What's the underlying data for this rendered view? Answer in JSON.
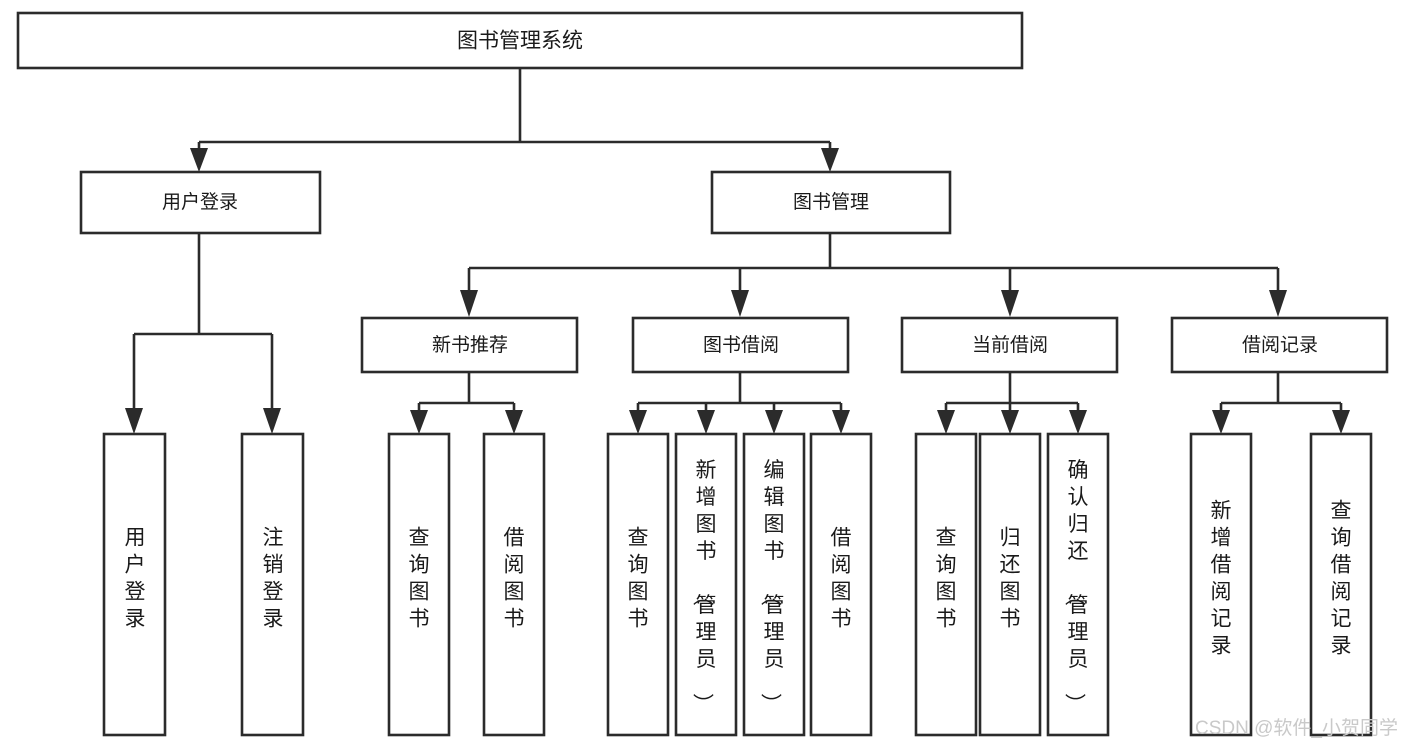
{
  "diagram": {
    "kind": "tree-hierarchy-chart",
    "title": "图书管理系统",
    "root": {
      "id": "root",
      "label": "图书管理系统"
    },
    "level1": [
      {
        "id": "user-login",
        "label": "用户登录"
      },
      {
        "id": "book-manage",
        "label": "图书管理"
      }
    ],
    "level2": [
      {
        "id": "new-book-recommend",
        "label": "新书推荐",
        "parent": "book-manage"
      },
      {
        "id": "book-borrow",
        "label": "图书借阅",
        "parent": "book-manage"
      },
      {
        "id": "current-borrow",
        "label": "当前借阅",
        "parent": "book-manage"
      },
      {
        "id": "borrow-record",
        "label": "借阅记录",
        "parent": "book-manage"
      }
    ],
    "leaves": [
      {
        "id": "leaf-user-login",
        "label": "用户登录",
        "parent": "user-login"
      },
      {
        "id": "leaf-logout-login",
        "label": "注销登录",
        "parent": "user-login"
      },
      {
        "id": "leaf-query-book-1",
        "label": "查询图书",
        "parent": "new-book-recommend"
      },
      {
        "id": "leaf-borrow-book-1",
        "label": "借阅图书",
        "parent": "new-book-recommend"
      },
      {
        "id": "leaf-query-book-2",
        "label": "查询图书",
        "parent": "book-borrow"
      },
      {
        "id": "leaf-add-book",
        "label": "新增图书（管理员）",
        "parent": "book-borrow"
      },
      {
        "id": "leaf-edit-book",
        "label": "编辑图书（管理员）",
        "parent": "book-borrow"
      },
      {
        "id": "leaf-borrow-book-2",
        "label": "借阅图书",
        "parent": "book-borrow"
      },
      {
        "id": "leaf-query-book-3",
        "label": "查询图书",
        "parent": "current-borrow"
      },
      {
        "id": "leaf-return-book",
        "label": "归还图书",
        "parent": "current-borrow"
      },
      {
        "id": "leaf-confirm-return",
        "label": "确认归还（管理员）",
        "parent": "current-borrow"
      },
      {
        "id": "leaf-add-record",
        "label": "新增借阅记录",
        "parent": "borrow-record"
      },
      {
        "id": "leaf-query-record",
        "label": "查询借阅记录",
        "parent": "borrow-record"
      }
    ],
    "colors": {
      "stroke": "#2b2b2b",
      "fill": "#ffffff",
      "text": "#1a1a1a",
      "watermark": "#c9c9c9"
    }
  },
  "watermark": {
    "text": "CSDN @软件_小贺同学"
  }
}
